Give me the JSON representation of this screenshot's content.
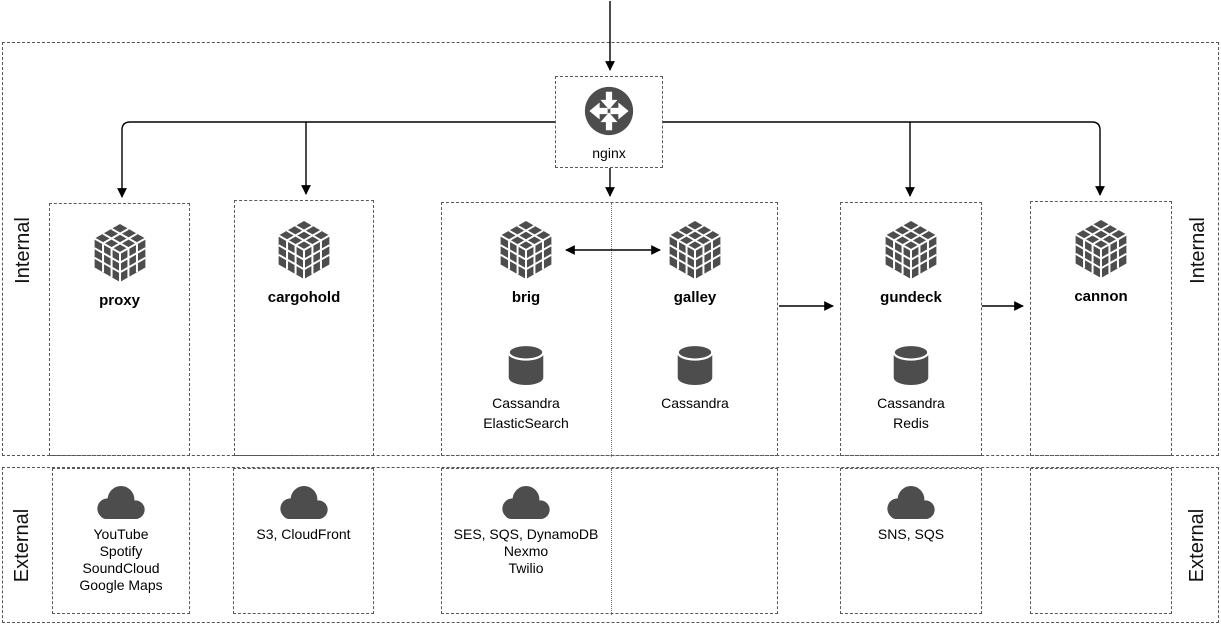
{
  "colors": {
    "icon_gray": "#4d4d4d",
    "connector_line": "#000000",
    "dashed_border": "#555555",
    "background": "#ffffff"
  },
  "bands": {
    "internal": {
      "left_label": "Internal",
      "right_label": "Internal"
    },
    "external": {
      "left_label": "External",
      "right_label": "External"
    }
  },
  "router": {
    "label": "nginx",
    "icon": "router-icon"
  },
  "services": {
    "proxy": {
      "label": "proxy",
      "icon": "cube-icon"
    },
    "cargohold": {
      "label": "cargohold",
      "icon": "cube-icon"
    },
    "brig": {
      "label": "brig",
      "icon": "cube-icon"
    },
    "galley": {
      "label": "galley",
      "icon": "cube-icon"
    },
    "gundeck": {
      "label": "gundeck",
      "icon": "cube-icon"
    },
    "cannon": {
      "label": "cannon",
      "icon": "cube-icon"
    }
  },
  "datastores": {
    "brig": {
      "icon": "database-icon",
      "line1": "Cassandra",
      "line2": "ElasticSearch"
    },
    "galley": {
      "icon": "database-icon",
      "line1": "Cassandra"
    },
    "gundeck": {
      "icon": "database-icon",
      "line1": "Cassandra",
      "line2": "Redis"
    }
  },
  "externals": {
    "proxy": {
      "icon": "cloud-icon",
      "line1": "YouTube",
      "line2": "Spotify",
      "line3": "SoundCloud",
      "line4": "Google Maps"
    },
    "cargohold": {
      "icon": "cloud-icon",
      "line1": "S3, CloudFront"
    },
    "brig": {
      "icon": "cloud-icon",
      "line1": "SES, SQS, DynamoDB",
      "line2": "Nexmo",
      "line3": "Twilio"
    },
    "gundeck": {
      "icon": "cloud-icon",
      "line1": "SNS, SQS"
    }
  }
}
